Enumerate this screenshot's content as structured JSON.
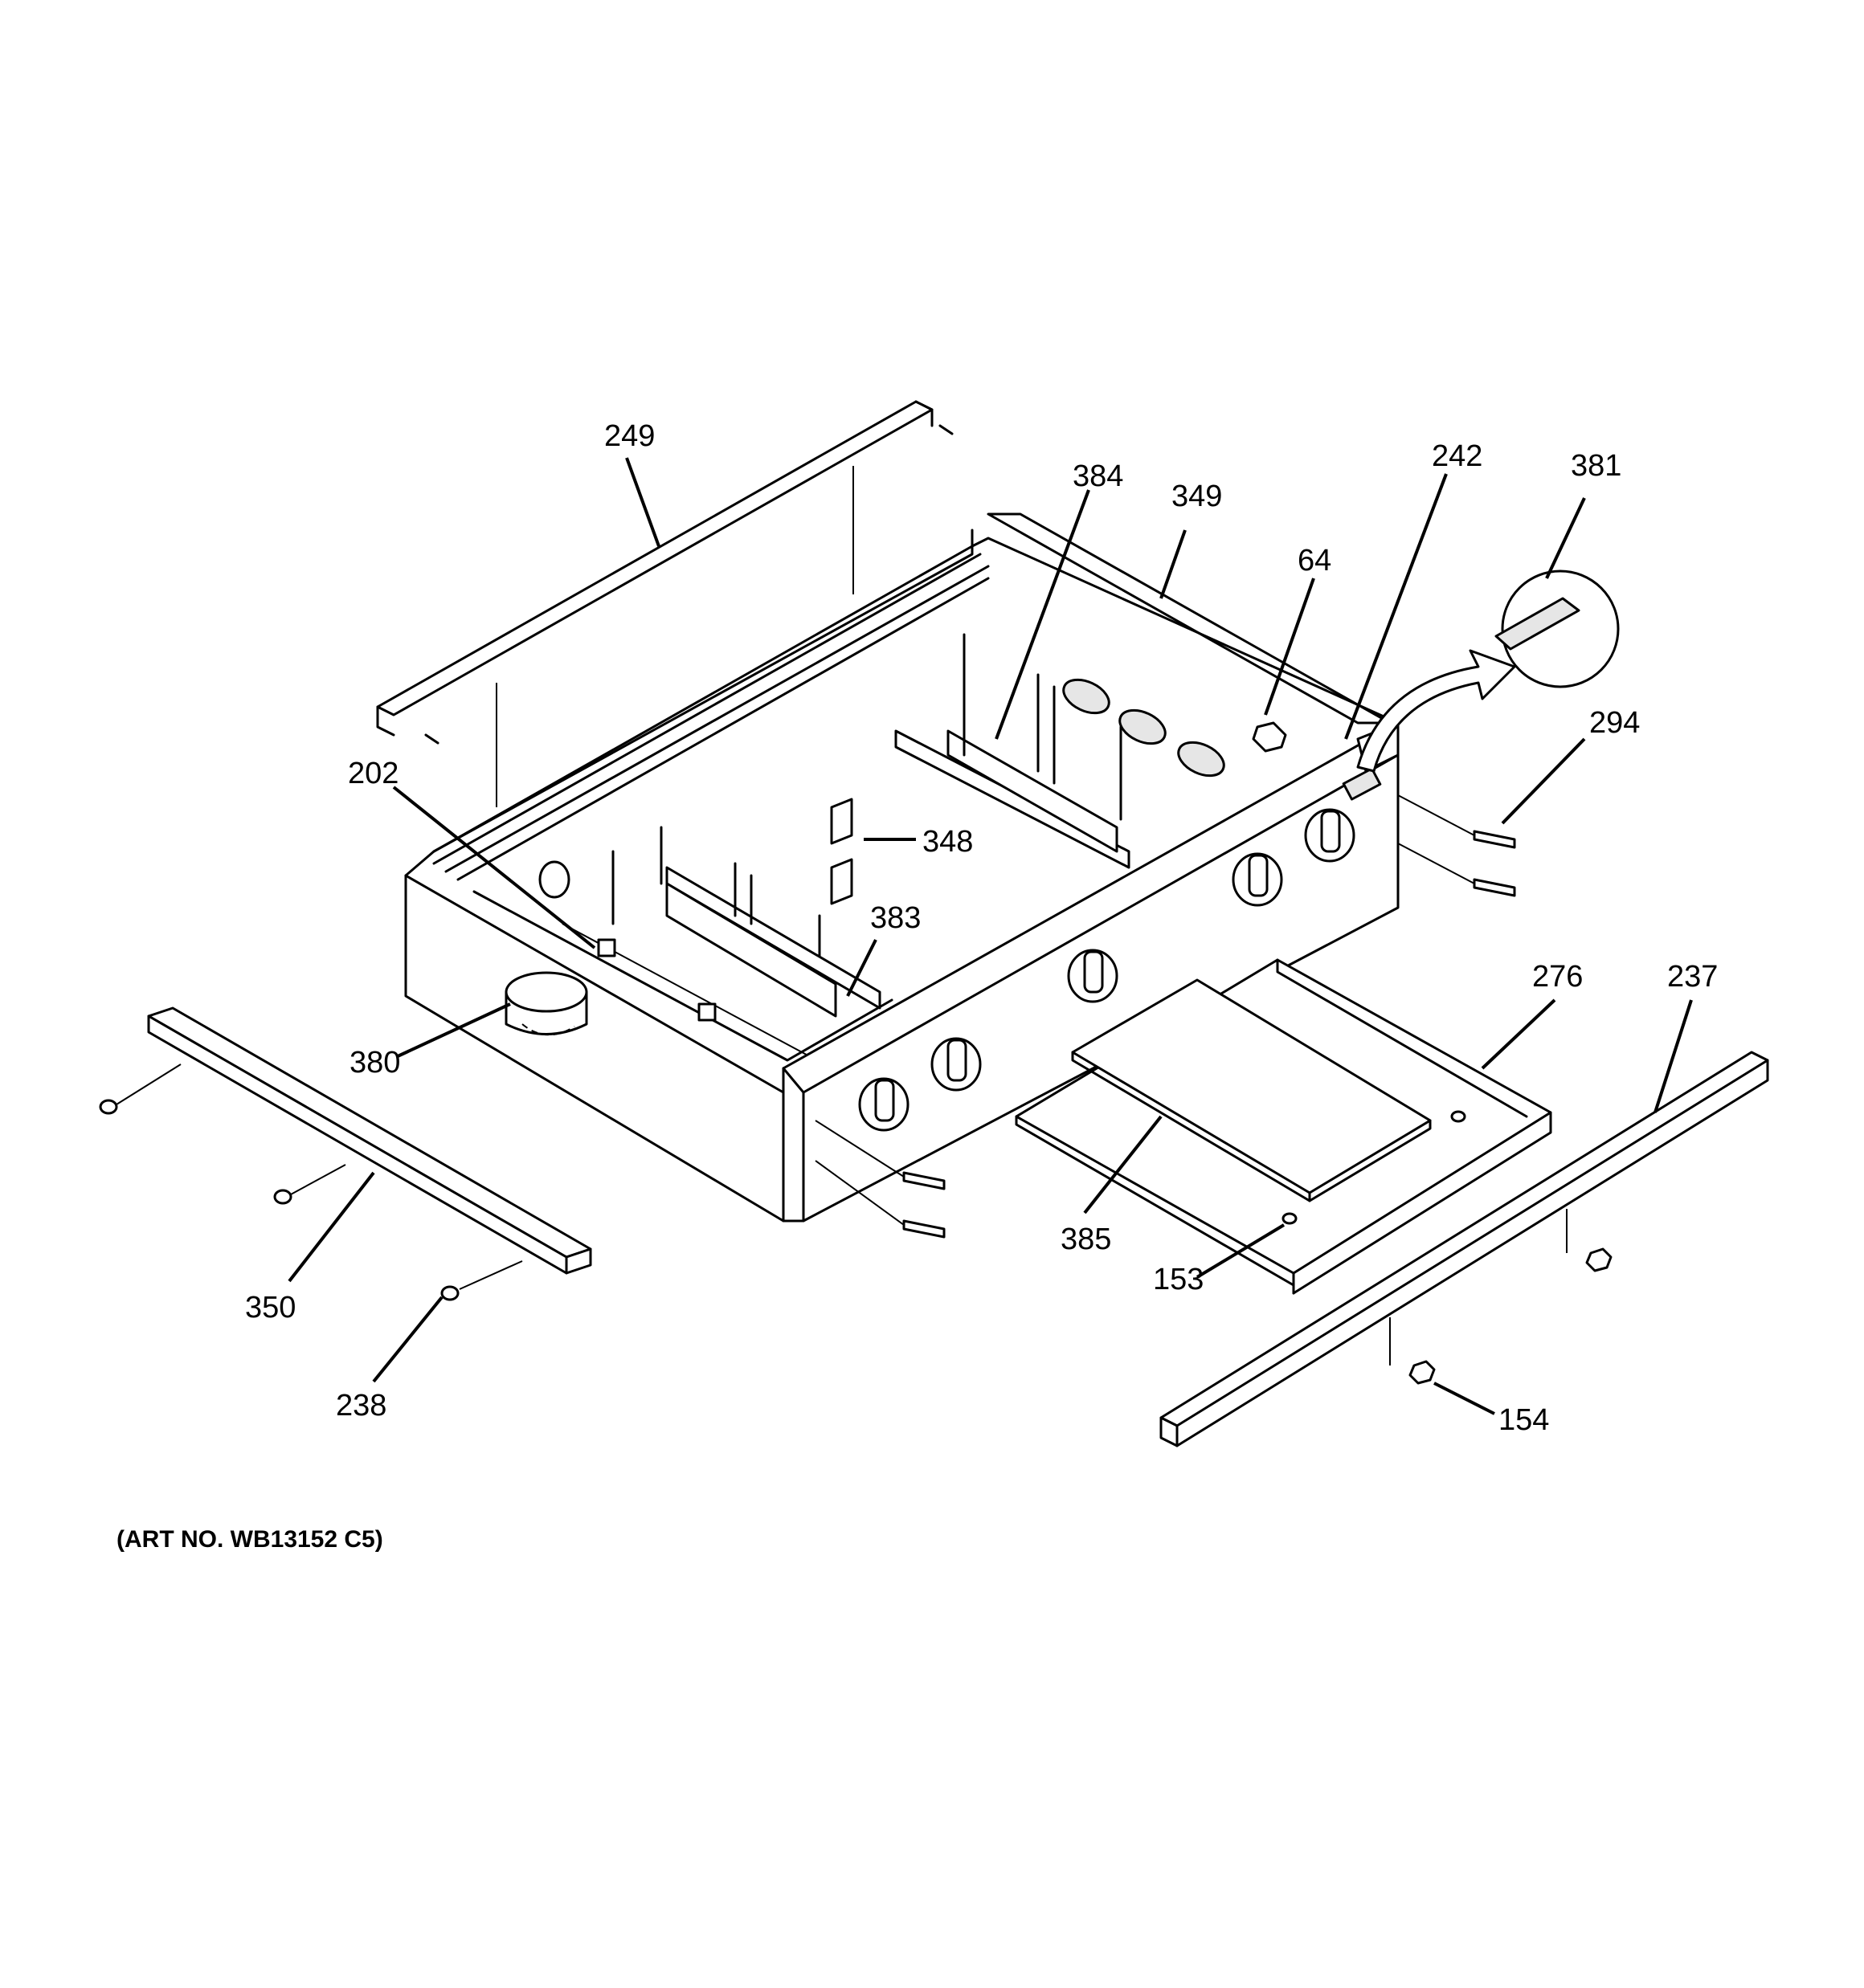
{
  "diagram": {
    "callouts": {
      "c249": "249",
      "c384": "384",
      "c349": "349",
      "c242": "242",
      "c381": "381",
      "c64": "64",
      "c294": "294",
      "c202": "202",
      "c348": "348",
      "c383": "383",
      "c276": "276",
      "c237": "237",
      "c380": "380",
      "c385": "385",
      "c153": "153",
      "c350": "350",
      "c238": "238",
      "c154": "154"
    },
    "art_number": "(ART NO. WB13152 C5)"
  }
}
